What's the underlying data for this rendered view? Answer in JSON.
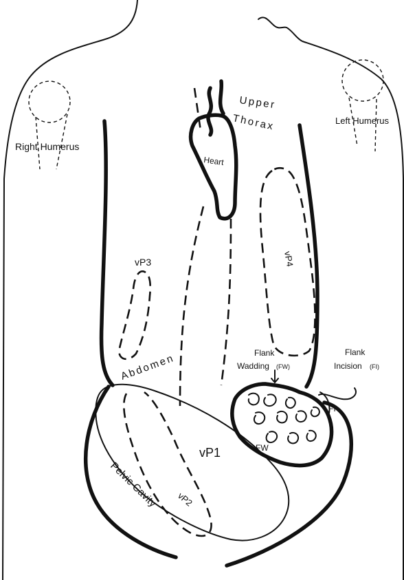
{
  "labels": {
    "right_humerus": "Right Humerus",
    "left_humerus": "Left Humerus",
    "upper_thorax_1": "Upper",
    "upper_thorax_2": "Thorax",
    "heart": "Heart",
    "vp1": "vP1",
    "vp2": "vP2",
    "vp3": "vP3",
    "vp4": "vP4",
    "abdomen": "Abdomen",
    "pelvic_cavity": "Pelvic Cavity",
    "flank_wadding_1": "Flank",
    "flank_wadding_2": "Wadding",
    "flank_wadding_abbr": "(FW)",
    "flank_incision_1": "Flank",
    "flank_incision_2": "Incision",
    "flank_incision_abbr": "(FI)",
    "fw": "FW",
    "fi": "FI"
  },
  "colors": {
    "line": "#111111",
    "background": "#ffffff"
  }
}
